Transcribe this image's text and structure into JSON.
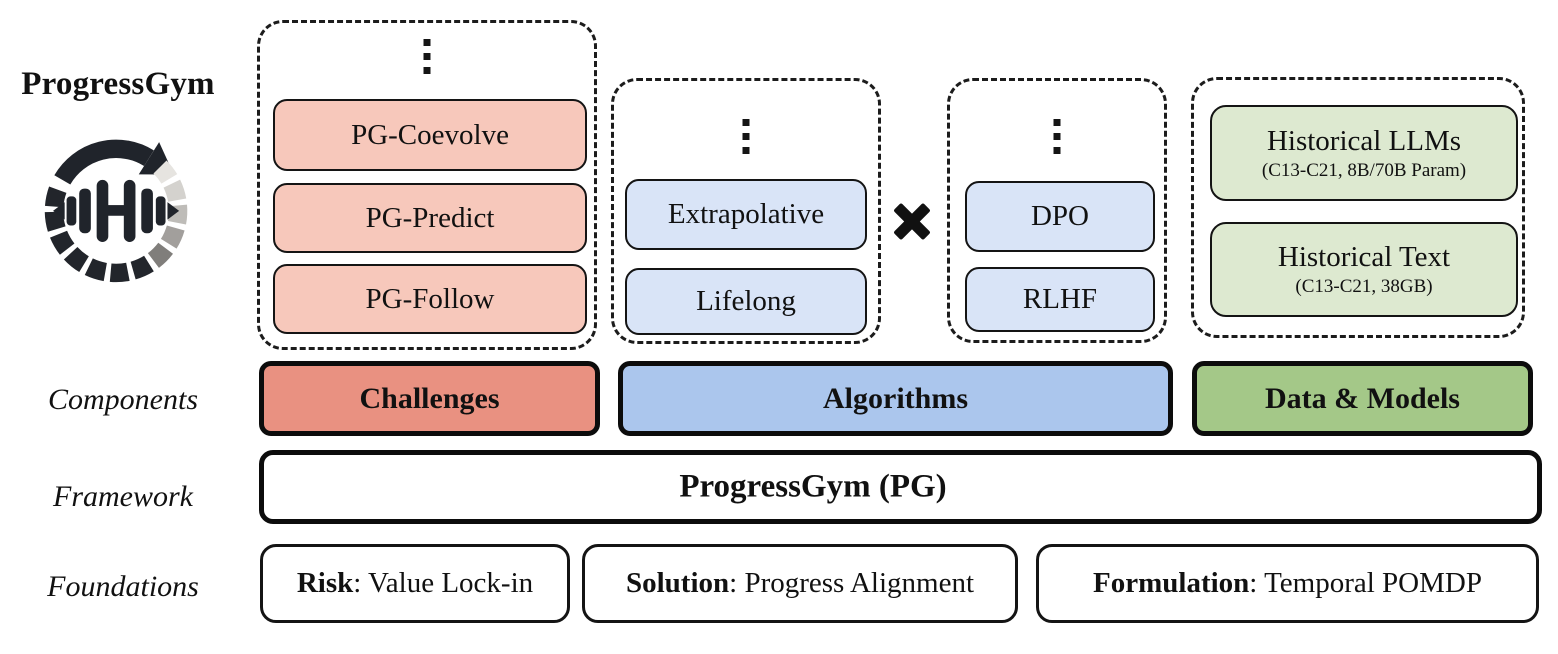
{
  "branding": {
    "title": "ProgressGym",
    "logo_icon": "circular-progress-arrow-with-dumbbell"
  },
  "row_labels": {
    "components": "Components",
    "framework": "Framework",
    "foundations": "Foundations"
  },
  "challenges_group": {
    "ellipsis": "⋮",
    "items": [
      "PG-Coevolve",
      "PG-Predict",
      "PG-Follow"
    ]
  },
  "algorithm_groups": {
    "left": {
      "ellipsis": "⋮",
      "items": [
        "Extrapolative",
        "Lifelong"
      ]
    },
    "operator": "✖",
    "right": {
      "ellipsis": "⋮",
      "items": [
        "DPO",
        "RLHF"
      ]
    }
  },
  "data_group": {
    "items": [
      {
        "title": "Historical LLMs",
        "subtitle": "(C13-C21, 8B/70B Param)"
      },
      {
        "title": "Historical Text",
        "subtitle": "(C13-C21, 38GB)"
      }
    ]
  },
  "components_row": [
    {
      "label": "Challenges"
    },
    {
      "label": "Algorithms"
    },
    {
      "label": "Data & Models"
    }
  ],
  "framework_row": {
    "label": "ProgressGym (PG)"
  },
  "foundations_row": [
    {
      "keyword": "Risk",
      "rest": ": Value Lock-in"
    },
    {
      "keyword": "Solution",
      "rest": ": Progress Alignment"
    },
    {
      "keyword": "Formulation",
      "rest": ": Temporal POMDP"
    }
  ],
  "colors": {
    "challenge_light": "#f7c8bb",
    "challenge_strong": "#e99181",
    "algorithm_light": "#d9e4f7",
    "algorithm_strong": "#abc6ed",
    "data_light": "#dde9d0",
    "data_strong": "#a4c888",
    "ink": "#111111"
  }
}
